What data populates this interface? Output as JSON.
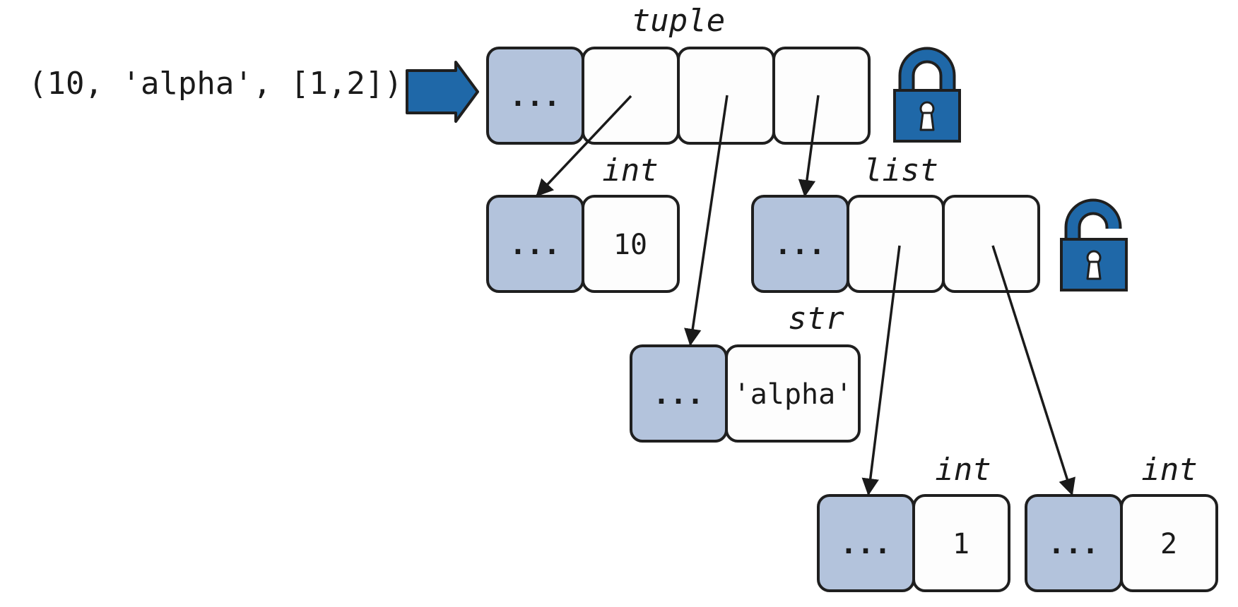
{
  "expression": "(10, 'alpha', [1,2])",
  "head_marker": "...",
  "type_labels": {
    "tuple": "tuple",
    "int_10": "int",
    "list": "list",
    "str": "str",
    "int_1": "int",
    "int_2": "int"
  },
  "values": {
    "int_10": "10",
    "str": "'alpha'",
    "int_1": "1",
    "int_2": "2"
  },
  "locks": {
    "tuple": "locked",
    "list": "unlocked"
  },
  "colors": {
    "header_fill": "#b3c3dc",
    "lock_blue": "#1f68a8",
    "arrow_blue": "#1f68a8",
    "outline": "#1f1f1f"
  }
}
